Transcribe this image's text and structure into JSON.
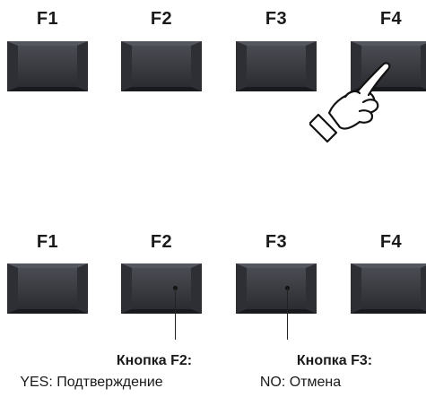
{
  "top_row": {
    "labels": [
      "F1",
      "F2",
      "F3",
      "F4"
    ]
  },
  "bottom_row": {
    "labels": [
      "F1",
      "F2",
      "F3",
      "F4"
    ]
  },
  "callouts": {
    "f2_title": "Кнопка F2:",
    "f2_text": "YES: Подтверждение",
    "f3_title": "Кнопка F3:",
    "f3_text": "NO: Отмена"
  },
  "icons": {
    "pointer": "pointing-hand-icon"
  }
}
